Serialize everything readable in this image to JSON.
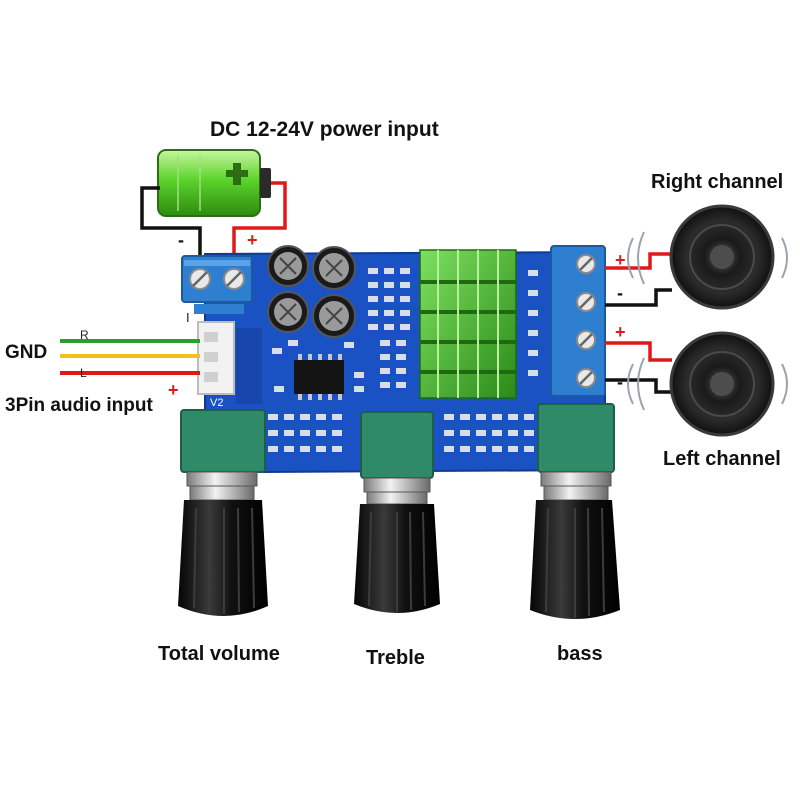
{
  "labels": {
    "power_input": "DC 12-24V power input",
    "right_channel": "Right channel",
    "left_channel": "Left channel",
    "gnd": "GND",
    "audio_input": "3Pin audio input",
    "total_volume": "Total volume",
    "treble": "Treble",
    "bass": "bass"
  },
  "wire_labels": {
    "r": "R",
    "l": "L"
  },
  "signs": {
    "plus": "+",
    "minus": "-"
  },
  "board_marks": {
    "version": "V2",
    "pin_marker": "I"
  },
  "colors": {
    "pcb": "#1a52c4",
    "heatsink": "#3fb02a",
    "terminal": "#2e7fd0",
    "pot_body": "#2f8a68",
    "knob": "#141414",
    "battery": "#5cd42c",
    "wire_red": "#e01818",
    "wire_black": "#111111",
    "wire_yellow": "#f2c21a",
    "wire_green": "#2aa02a"
  }
}
